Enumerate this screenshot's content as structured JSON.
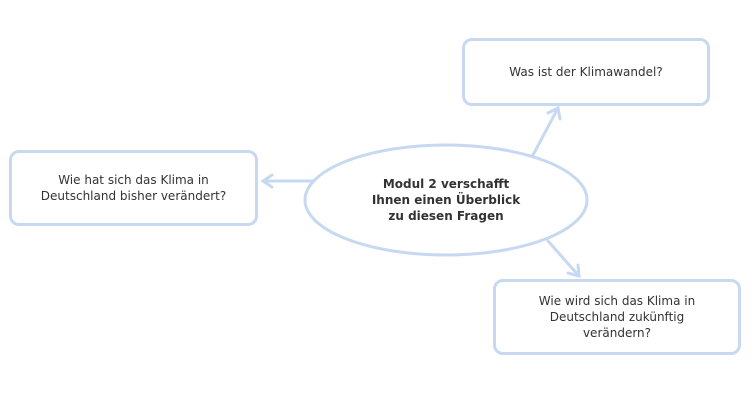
{
  "center": {
    "text": "Modul 2 verschafft\nIhnen einen Überblick\nzu diesen Fragen"
  },
  "questions": [
    {
      "text": "Was ist der Klimawandel?"
    },
    {
      "text": "Wie hat sich das Klima in\nDeutschland bisher verändert?"
    },
    {
      "text": "Wie wird sich das Klima in\nDeutschland zukünftig\nverändern?"
    }
  ],
  "colors": {
    "stroke": "#c6d9f1",
    "text": "#333333"
  }
}
